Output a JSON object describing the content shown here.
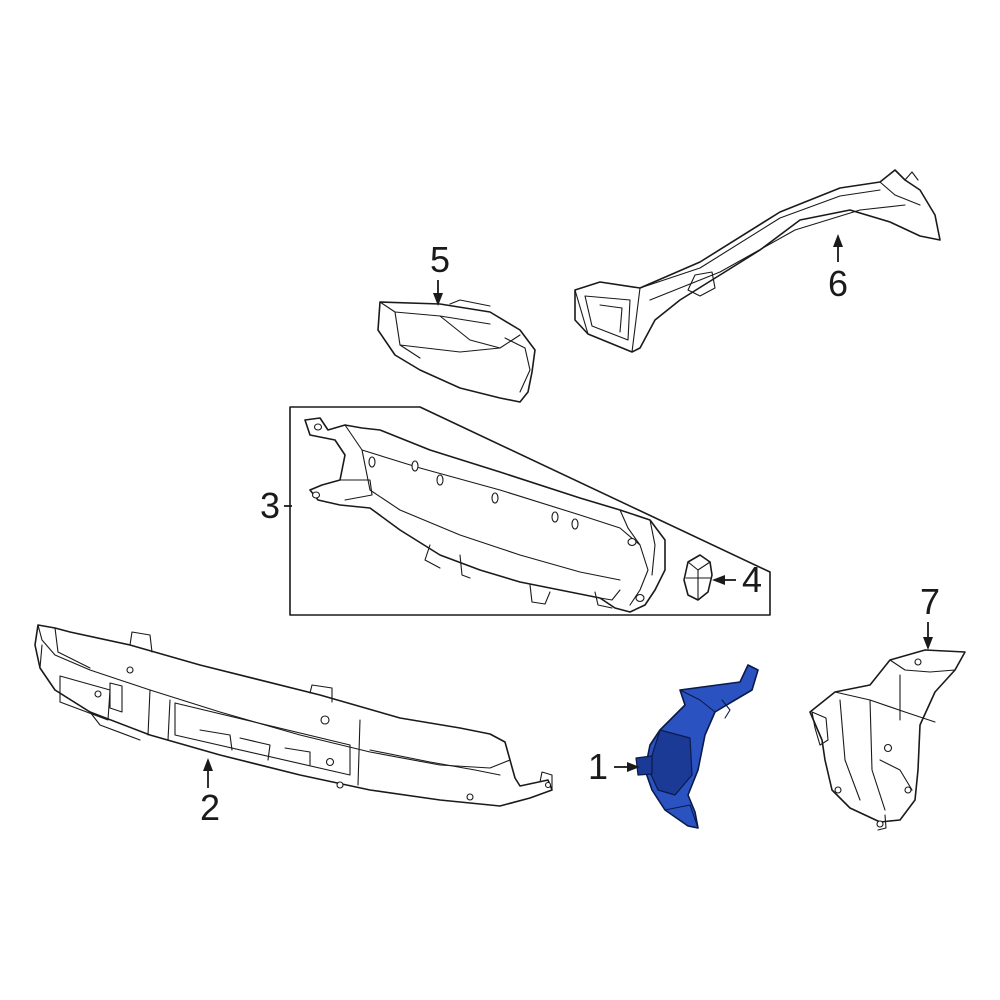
{
  "highlight_color": "#2a52c0",
  "callouts": {
    "c1": "1",
    "c2": "2",
    "c3": "3",
    "c4": "4",
    "c5": "5",
    "c6": "6",
    "c7": "7"
  },
  "highlighted_part": "1"
}
